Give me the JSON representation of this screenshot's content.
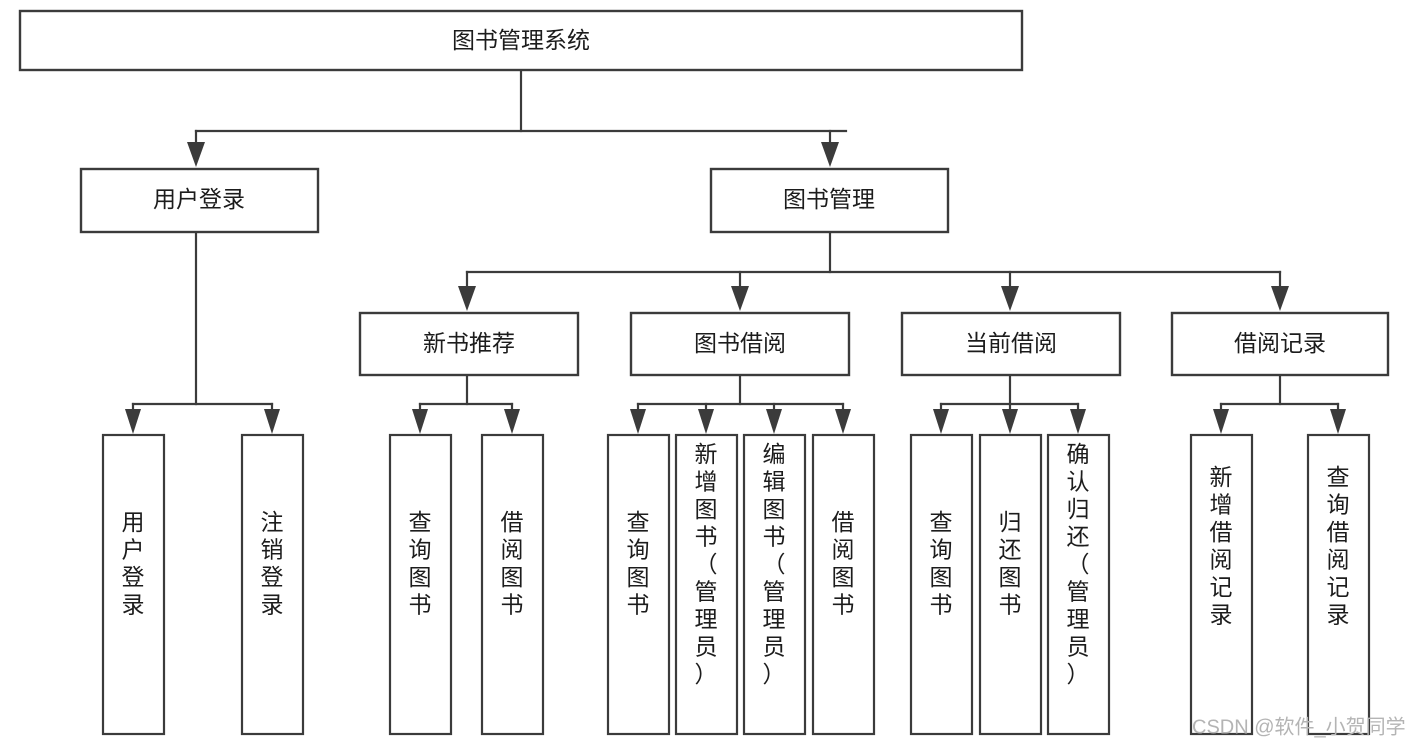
{
  "diagram": {
    "type": "tree-hierarchy-diagram",
    "title": "图书管理系统",
    "watermark": "CSDN @软件_小贺同学",
    "levels": 4,
    "colors": {
      "stroke": "#3b3b3b",
      "fill": "#ffffff",
      "text": "#1c1c1c",
      "watermark": "#b4b4b4",
      "background": "#ffffff"
    },
    "nodes": {
      "root": {
        "label": "图书管理系统",
        "orientation": "horizontal"
      },
      "level2": [
        {
          "id": "user-login",
          "label": "用户登录",
          "orientation": "horizontal"
        },
        {
          "id": "book-management",
          "label": "图书管理",
          "orientation": "horizontal"
        }
      ],
      "level3": [
        {
          "id": "new-book-recommend",
          "label": "新书推荐",
          "orientation": "horizontal"
        },
        {
          "id": "book-borrow",
          "label": "图书借阅",
          "orientation": "horizontal"
        },
        {
          "id": "current-borrow",
          "label": "当前借阅",
          "orientation": "horizontal"
        },
        {
          "id": "borrow-record",
          "label": "借阅记录",
          "orientation": "horizontal"
        }
      ],
      "leaves": {
        "user-login": [
          {
            "id": "leaf-user-login",
            "label": "用户登录",
            "orientation": "vertical"
          },
          {
            "id": "leaf-user-logout",
            "label": "注销登录",
            "orientation": "vertical"
          }
        ],
        "new-book-recommend": [
          {
            "id": "leaf-query-book-1",
            "label": "查询图书",
            "orientation": "vertical"
          },
          {
            "id": "leaf-borrow-book-1",
            "label": "借阅图书",
            "orientation": "vertical"
          }
        ],
        "book-borrow": [
          {
            "id": "leaf-query-book-2",
            "label": "查询图书",
            "orientation": "vertical"
          },
          {
            "id": "leaf-add-book",
            "label": "新增图书（管理员）",
            "orientation": "vertical"
          },
          {
            "id": "leaf-edit-book",
            "label": "编辑图书（管理员）",
            "orientation": "vertical"
          },
          {
            "id": "leaf-borrow-book-2",
            "label": "借阅图书",
            "orientation": "vertical"
          }
        ],
        "current-borrow": [
          {
            "id": "leaf-query-book-3",
            "label": "查询图书",
            "orientation": "vertical"
          },
          {
            "id": "leaf-return-book",
            "label": "归还图书",
            "orientation": "vertical"
          },
          {
            "id": "leaf-confirm-return",
            "label": "确认归还（管理员）",
            "orientation": "vertical"
          }
        ],
        "borrow-record": [
          {
            "id": "leaf-add-record",
            "label": "新增借阅记录",
            "orientation": "vertical"
          },
          {
            "id": "leaf-query-record",
            "label": "查询借阅记录",
            "orientation": "vertical"
          }
        ]
      }
    }
  }
}
